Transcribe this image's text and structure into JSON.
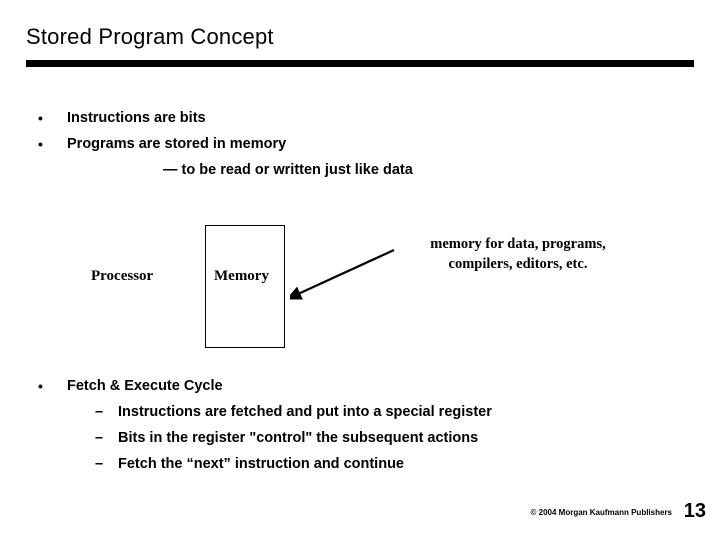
{
  "slide": {
    "title": "Stored Program Concept",
    "bullets_top": [
      {
        "marker": "•",
        "text": "Instructions are bits"
      },
      {
        "marker": "•",
        "text": "Programs are stored in memory"
      }
    ],
    "sub_line": "— to be read or written just like data",
    "diagram": {
      "processor_label": "Processor",
      "memory_label": "Memory",
      "callout_line1": "memory for data, programs,",
      "callout_line2": "compilers, editors, etc.",
      "arrow_name": "callout-arrow"
    },
    "bullets_bottom": {
      "marker": "•",
      "heading": "Fetch & Execute Cycle",
      "items": [
        {
          "marker": "–",
          "text": "Instructions are fetched and put into a special register"
        },
        {
          "marker": "–",
          "text": "Bits in the register \"control\" the subsequent actions"
        },
        {
          "marker": "–",
          "text": "Fetch the “next” instruction and continue"
        }
      ]
    },
    "footer": {
      "credit": "© 2004 Morgan Kaufmann Publishers",
      "page_number": "13"
    }
  }
}
